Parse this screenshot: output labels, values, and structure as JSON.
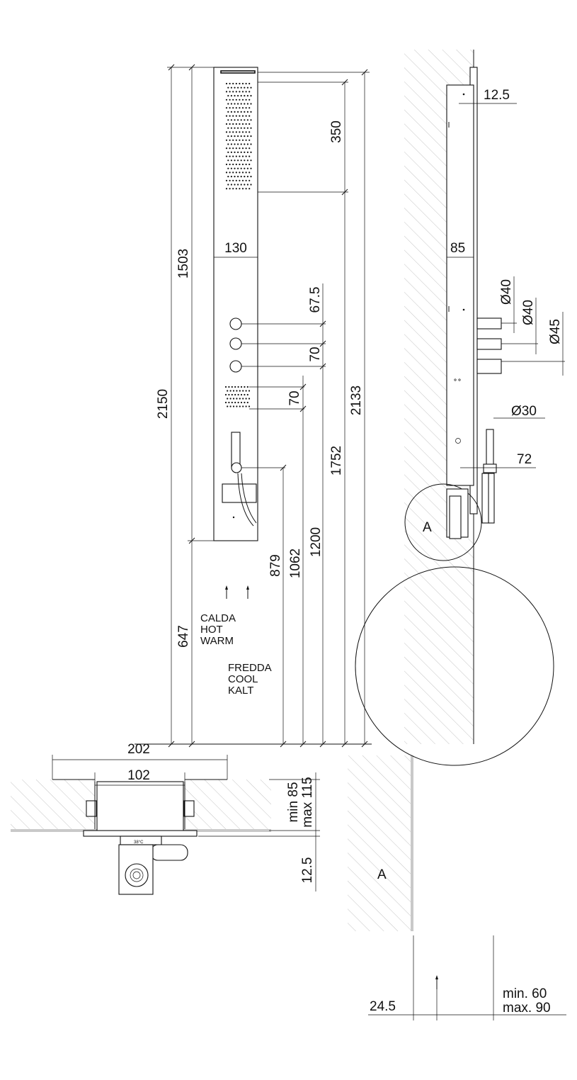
{
  "front_view": {
    "dimensions": {
      "total_height": "2150",
      "panel_height": "1503",
      "overall_top": "2133",
      "outlet_height": "1752",
      "body_jets_height": "1200",
      "second_height": "1062",
      "hand_shower_height": "879",
      "panel_bottom": "647",
      "rain_height": "350",
      "panel_width": "130",
      "knob_spacing_top": "67.5",
      "knob_spacing": "70",
      "jets_spacing": "70"
    },
    "labels": {
      "hot_1": "CALDA",
      "hot_2": "HOT",
      "hot_3": "WARM",
      "cold_1": "FREDDA",
      "cold_2": "COOL",
      "cold_3": "KALT"
    }
  },
  "side_view": {
    "dimensions": {
      "offset": "12.5",
      "depth": "85",
      "d40_a": "Ø40",
      "d40_b": "Ø40",
      "d45": "Ø45",
      "d30": "Ø30",
      "hand_depth": "72"
    },
    "detail_label": "A"
  },
  "plan_view": {
    "dimensions": {
      "outer_width": "202",
      "inner_width": "102",
      "recess_min": "min 85",
      "recess_max": "max 115",
      "cover": "12.5"
    },
    "thermostat_label": "38°C"
  },
  "detail_view": {
    "label": "A",
    "dimensions": {
      "wall_offset": "24.5",
      "range_min": "min. 60",
      "range_max": "max. 90"
    }
  },
  "colors": {
    "line": "#111111",
    "hatch": "#b5b5b5",
    "background": "#ffffff"
  }
}
